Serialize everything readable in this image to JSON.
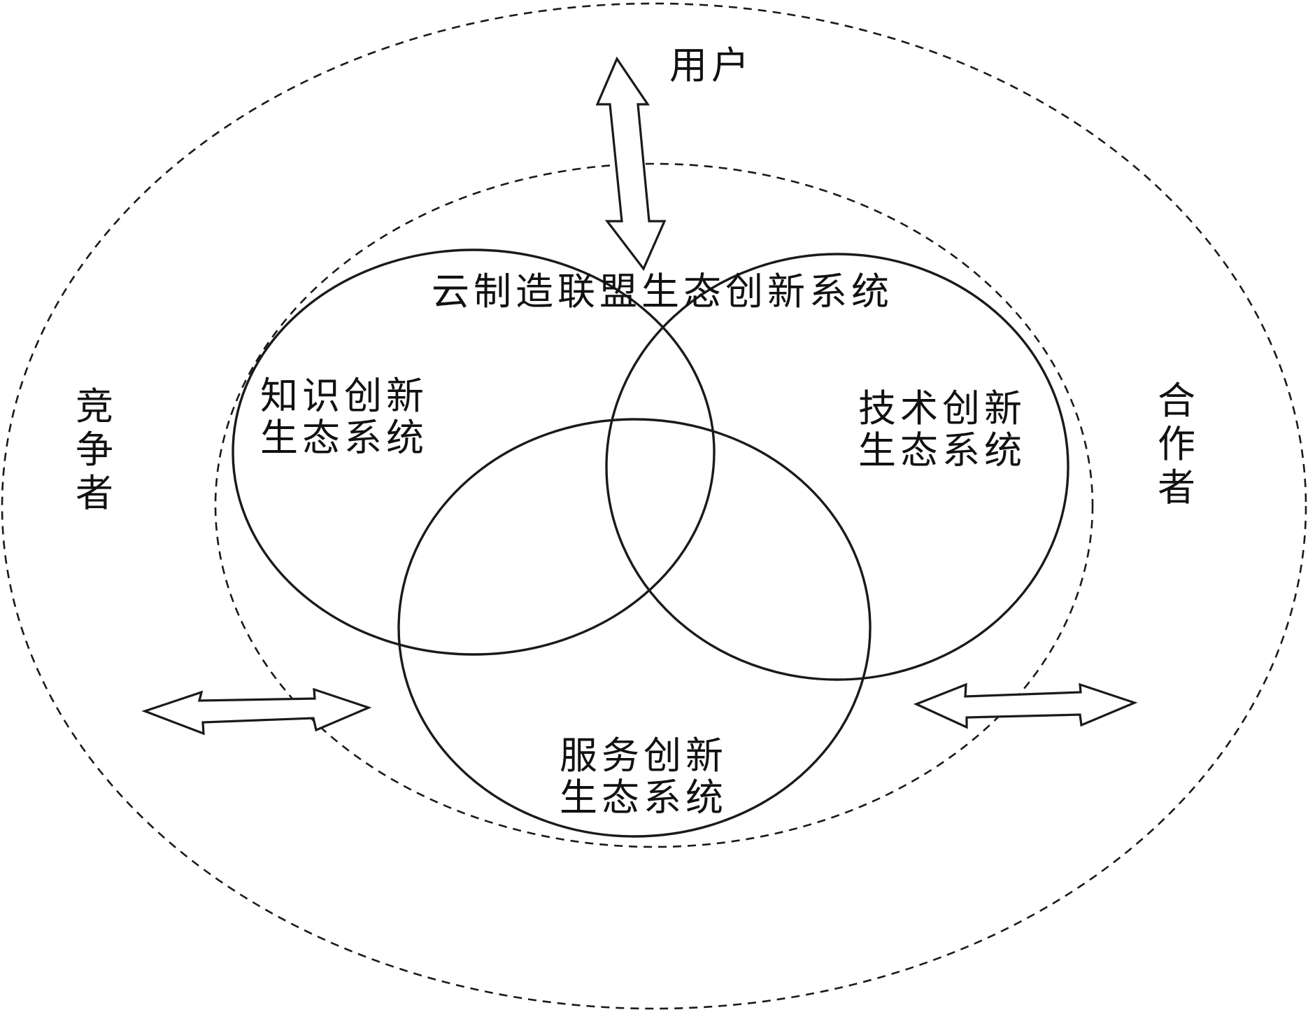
{
  "diagram": {
    "title": "云制造联盟生态创新系统",
    "top_label": "用户",
    "left_label": "竞争者",
    "right_label": "合作者",
    "circles": {
      "knowledge": "知识创新\n生态系统",
      "technology": "技术创新\n生态系统",
      "service": "服务创新\n生态系统"
    },
    "colors": {
      "stroke": "#1a1a1a",
      "text": "#111111",
      "background": "#ffffff"
    }
  }
}
